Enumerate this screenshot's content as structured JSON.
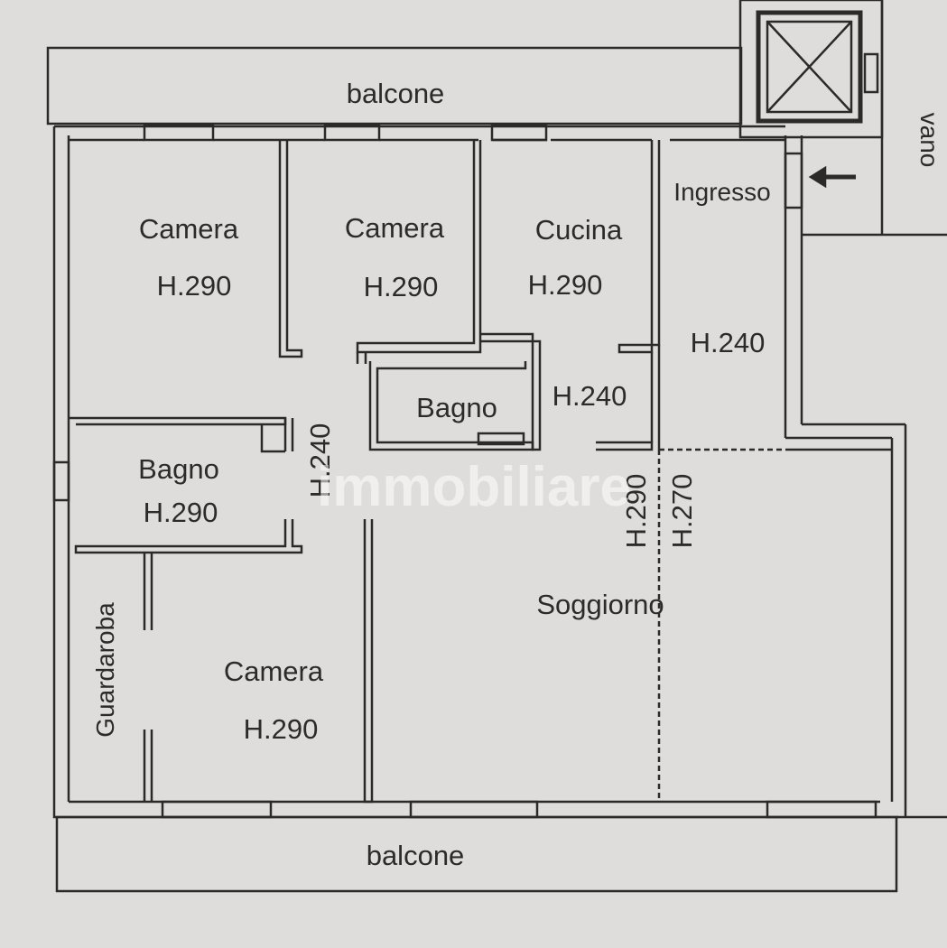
{
  "balconies": {
    "top": "balcone",
    "bottom": "balcone"
  },
  "stair": {
    "label": "vano"
  },
  "rooms": {
    "camera_1": {
      "name": "Camera",
      "height": "H.290"
    },
    "camera_2": {
      "name": "Camera",
      "height": "H.290"
    },
    "cucina": {
      "name": "Cucina",
      "height": "H.290"
    },
    "ingresso": {
      "name": "Ingresso",
      "height": "H.240"
    },
    "disimpegno_cucina": {
      "height": "H.240"
    },
    "bagno_1": {
      "name": "Bagno"
    },
    "corridoio": {
      "height": "H.240"
    },
    "bagno_2": {
      "name": "Bagno",
      "height": "H.290"
    },
    "guardaroba": {
      "name": "Guardaroba"
    },
    "camera_3": {
      "name": "Camera",
      "height": "H.290"
    },
    "soggiorno": {
      "name": "Soggiorno",
      "height_a": "H.290",
      "height_b": "H.270"
    }
  },
  "watermark": "immobiliare"
}
